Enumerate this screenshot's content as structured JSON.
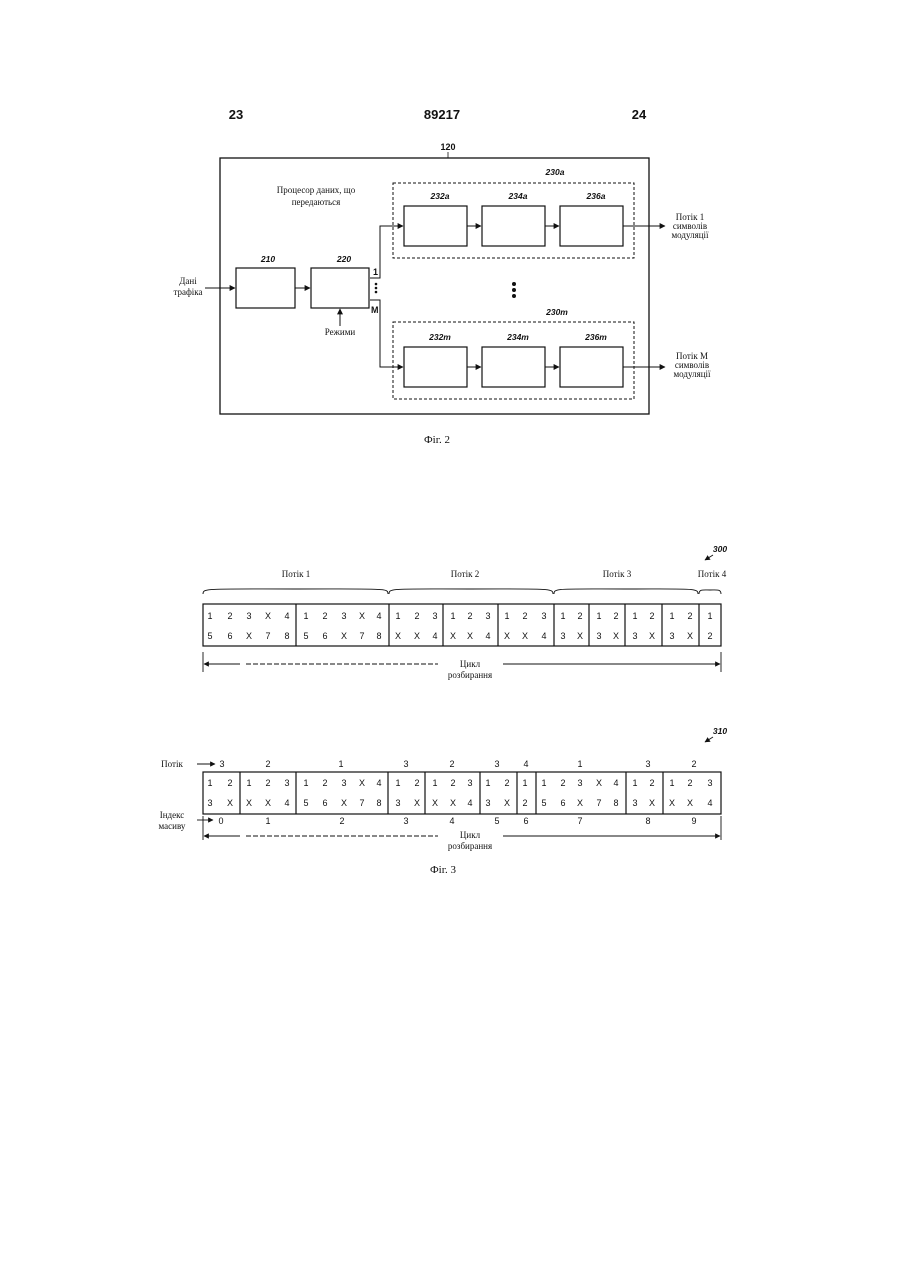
{
  "header": {
    "left_page": "23",
    "doc_number": "89217",
    "right_page": "24"
  },
  "fig2": {
    "outer_ref": "120",
    "processor_title_line1": "Процесор даних, що",
    "processor_title_line2": "передаються",
    "input_label_line1": "Дані",
    "input_label_line2": "трафіка",
    "modes_label": "Режими",
    "block_210": "210",
    "block_220": "220",
    "out_1": "1",
    "out_M": "M",
    "group_a": "230a",
    "group_m": "230m",
    "blocks_a": [
      "232a",
      "234a",
      "236a"
    ],
    "blocks_m": [
      "232m",
      "234m",
      "236m"
    ],
    "stream1_label": [
      "Потік 1",
      "символів",
      "модуляції"
    ],
    "streamM_label": [
      "Потік M",
      "символів",
      "модуляції"
    ],
    "caption": "Фіг. 2"
  },
  "fig3a": {
    "ref": "300",
    "stream_labels": [
      "Потік 1",
      "Потік 2",
      "Потік 3",
      "Потік 4"
    ],
    "rows": [
      [
        "1",
        "2",
        "3",
        "X",
        "4",
        "1",
        "2",
        "3",
        "X",
        "4",
        "1",
        "2",
        "3",
        "1",
        "2",
        "3",
        "1",
        "2",
        "3",
        "1",
        "2",
        "1",
        "2",
        "1",
        "2",
        "1",
        "2",
        "1"
      ],
      [
        "5",
        "6",
        "X",
        "7",
        "8",
        "5",
        "6",
        "X",
        "7",
        "8",
        "X",
        "X",
        "4",
        "X",
        "X",
        "4",
        "X",
        "X",
        "4",
        "3",
        "X",
        "3",
        "X",
        "3",
        "X",
        "3",
        "X",
        "2"
      ]
    ],
    "cycle_label_line1": "Цикл",
    "cycle_label_line2": "розбирання"
  },
  "fig3b": {
    "ref": "310",
    "stream_axis_label": "Потік",
    "stream_numbers": [
      "3",
      "2",
      "1",
      "3",
      "2",
      "3",
      "4",
      "1",
      "3",
      "2"
    ],
    "rows": [
      [
        "1",
        "2",
        "1",
        "2",
        "3",
        "1",
        "2",
        "3",
        "X",
        "4",
        "1",
        "2",
        "1",
        "2",
        "3",
        "1",
        "2",
        "1",
        "1",
        "2",
        "3",
        "X",
        "4",
        "1",
        "2",
        "1",
        "2",
        "3"
      ],
      [
        "3",
        "X",
        "X",
        "X",
        "4",
        "5",
        "6",
        "X",
        "7",
        "8",
        "3",
        "X",
        "X",
        "X",
        "4",
        "3",
        "X",
        "2",
        "5",
        "6",
        "X",
        "7",
        "8",
        "3",
        "X",
        "X",
        "X",
        "4"
      ]
    ],
    "index_label_line1": "Індекс",
    "index_label_line2": "масиву",
    "array_indices": [
      "0",
      "1",
      "2",
      "3",
      "4",
      "5",
      "6",
      "7",
      "8",
      "9"
    ],
    "cycle_label_line1": "Цикл",
    "cycle_label_line2": "розбирання",
    "caption": "Фіг. 3"
  }
}
